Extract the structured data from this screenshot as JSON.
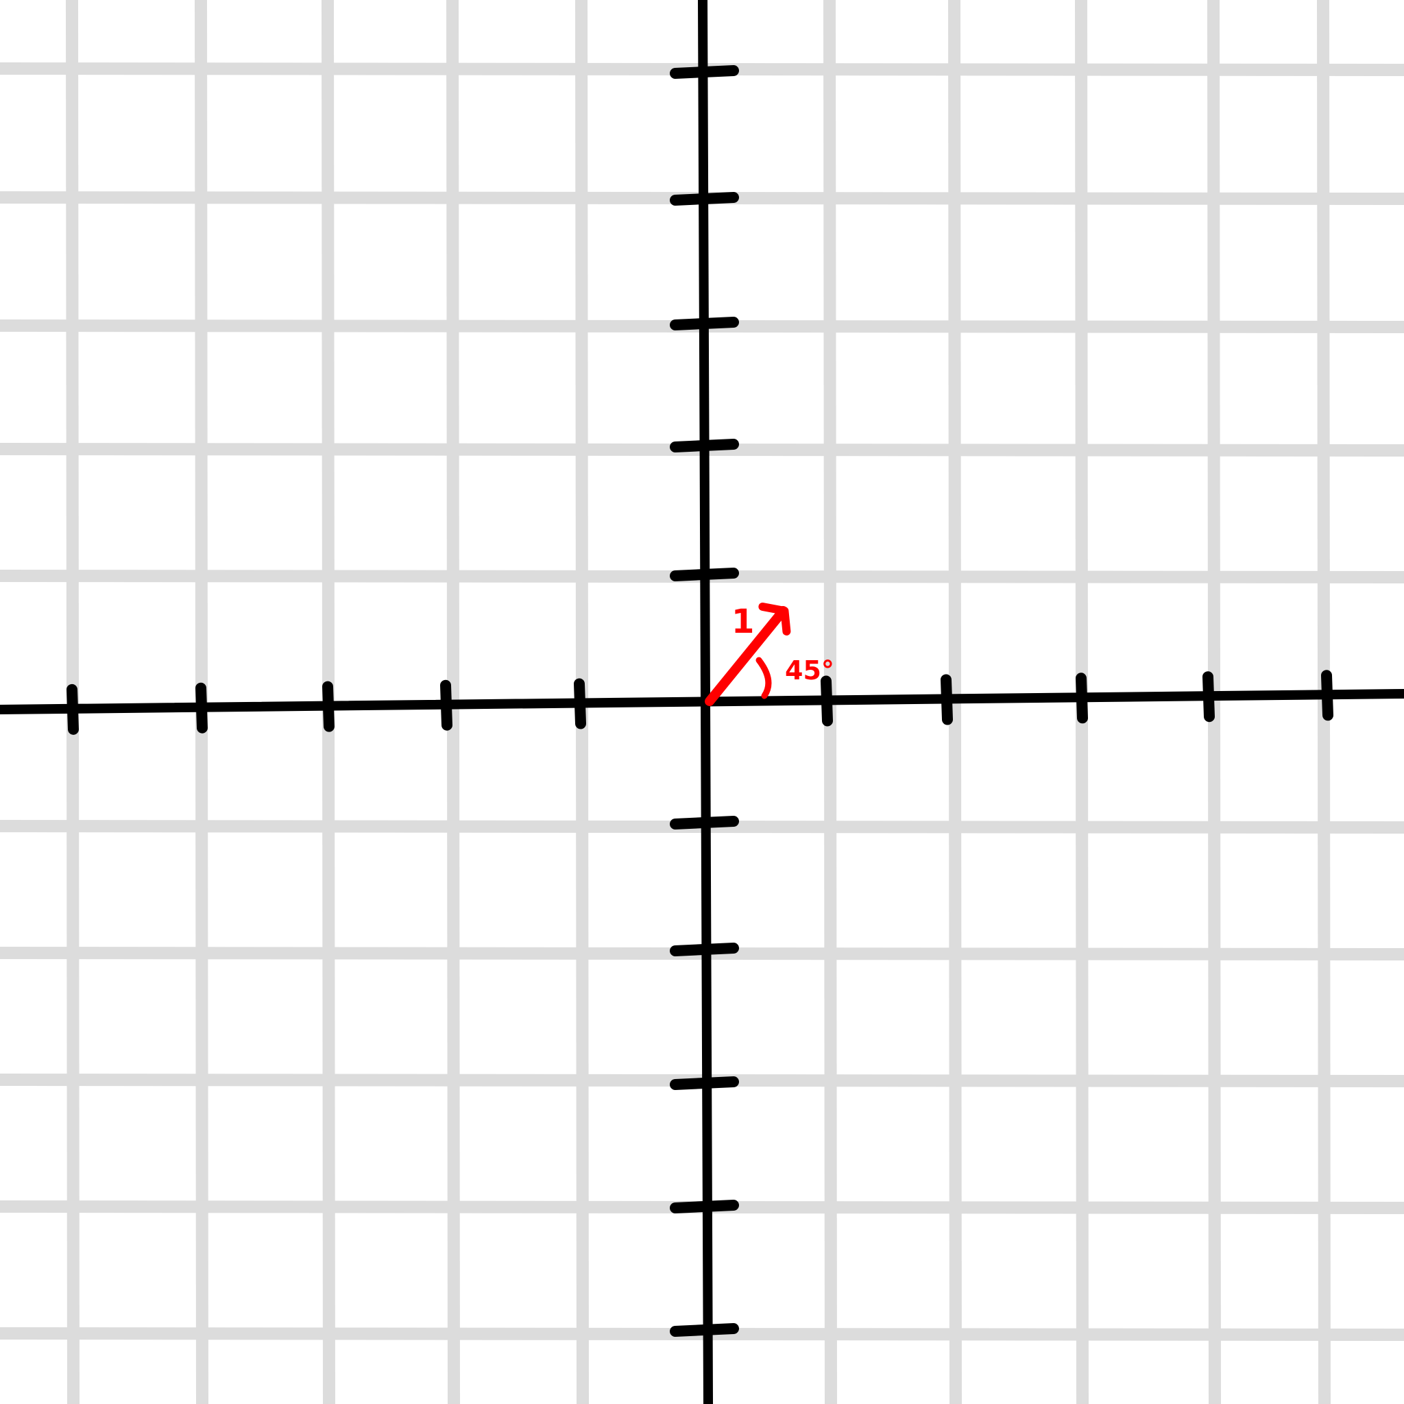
{
  "diagram": {
    "type": "coordinate-plane",
    "x_ticks_each_side": 5,
    "y_ticks_each_side": 5,
    "vector": {
      "magnitude_label": "1",
      "angle_label": "45°",
      "angle_degrees": 45,
      "magnitude": 1
    }
  },
  "colors": {
    "background": "#ffffff",
    "grid": "#dcdcdc",
    "axes": "#000000",
    "vector": "#ff0000"
  }
}
